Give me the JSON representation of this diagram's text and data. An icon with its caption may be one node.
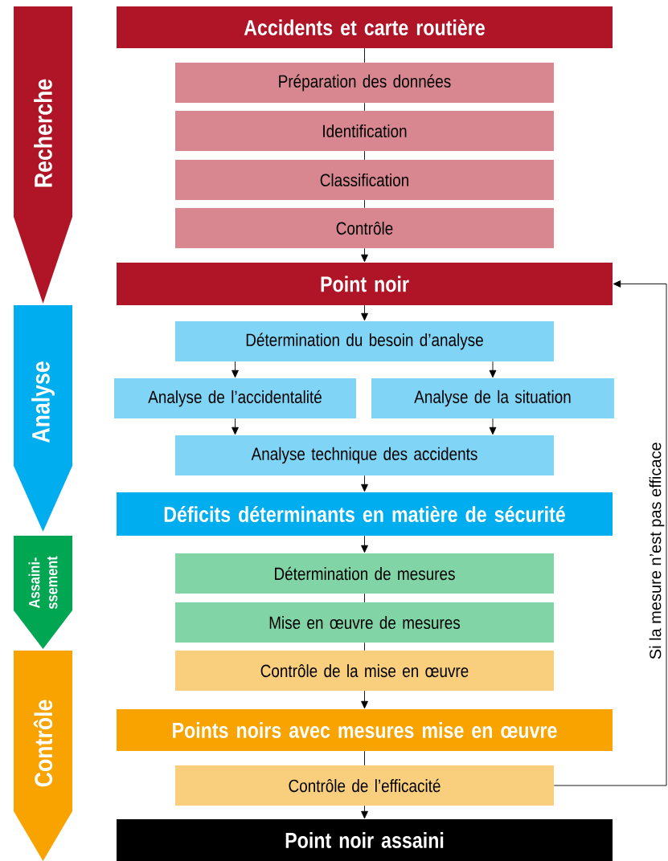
{
  "diagram": {
    "nodes": [
      {
        "text": [
          "Accidents et carte routière"
        ]
      },
      {
        "text": [
          "Préparation des données"
        ]
      },
      {
        "text": [
          "Identification"
        ]
      },
      {
        "text": [
          "Classification"
        ]
      },
      {
        "text": [
          "Contrôle"
        ]
      },
      {
        "text": [
          "Point noir"
        ]
      },
      {
        "text": [
          "Détermination du besoin d’analyse"
        ]
      },
      {
        "text": [
          "Analyse de l’accidentalité"
        ]
      },
      {
        "text": [
          "Analyse de la situation"
        ]
      },
      {
        "text": [
          "Analyse technique des accidents"
        ]
      },
      {
        "text": [
          "Déficits déterminants en matière de sécurité"
        ]
      },
      {
        "text": [
          "Détermination de mesures"
        ]
      },
      {
        "text": [
          "Mise en œuvre de mesures"
        ]
      },
      {
        "text": [
          "Contrôle de la mise en œuvre"
        ]
      },
      {
        "text": [
          "Points noirs avec mesures mise en œuvre"
        ]
      },
      {
        "text": [
          "Contrôle de l’efficacité"
        ]
      },
      {
        "text": [
          "Point noir assaini"
        ]
      },
      {
        "text": [
          "Recherche"
        ]
      },
      {
        "text": [
          "Analyse"
        ]
      },
      {
        "text": [
          "Assaini- ssement"
        ]
      },
      {
        "text": [
          "Contrôle"
        ]
      }
    ],
    "edges": [
      {
        "from": 0,
        "to": 1,
        "arrow": "none"
      },
      {
        "from": 1,
        "to": 2,
        "arrow": "none"
      },
      {
        "from": 2,
        "to": 3,
        "arrow": "none"
      },
      {
        "from": 3,
        "to": 4,
        "arrow": "none"
      },
      {
        "from": 4,
        "to": 5,
        "arrow": "to"
      },
      {
        "from": 5,
        "to": 6,
        "arrow": "to"
      },
      {
        "from": 6,
        "to": 7,
        "arrow": "to"
      },
      {
        "from": 6,
        "to": 8,
        "arrow": "to"
      },
      {
        "from": 7,
        "to": 9,
        "arrow": "to"
      },
      {
        "from": 8,
        "to": 9,
        "arrow": "to"
      },
      {
        "from": 9,
        "to": 10,
        "arrow": "to"
      },
      {
        "from": 10,
        "to": 11,
        "arrow": "to"
      },
      {
        "from": 11,
        "to": 12,
        "arrow": "none"
      },
      {
        "from": 12,
        "to": 13,
        "arrow": "none"
      },
      {
        "from": 13,
        "to": 14,
        "arrow": "to"
      },
      {
        "from": 14,
        "to": 15,
        "arrow": "none"
      },
      {
        "from": 15,
        "to": 16,
        "arrow": "to"
      },
      {
        "from": 15,
        "to": 5,
        "arrow": "to",
        "label": "Si la mesure n’est pas efficace"
      }
    ]
  }
}
